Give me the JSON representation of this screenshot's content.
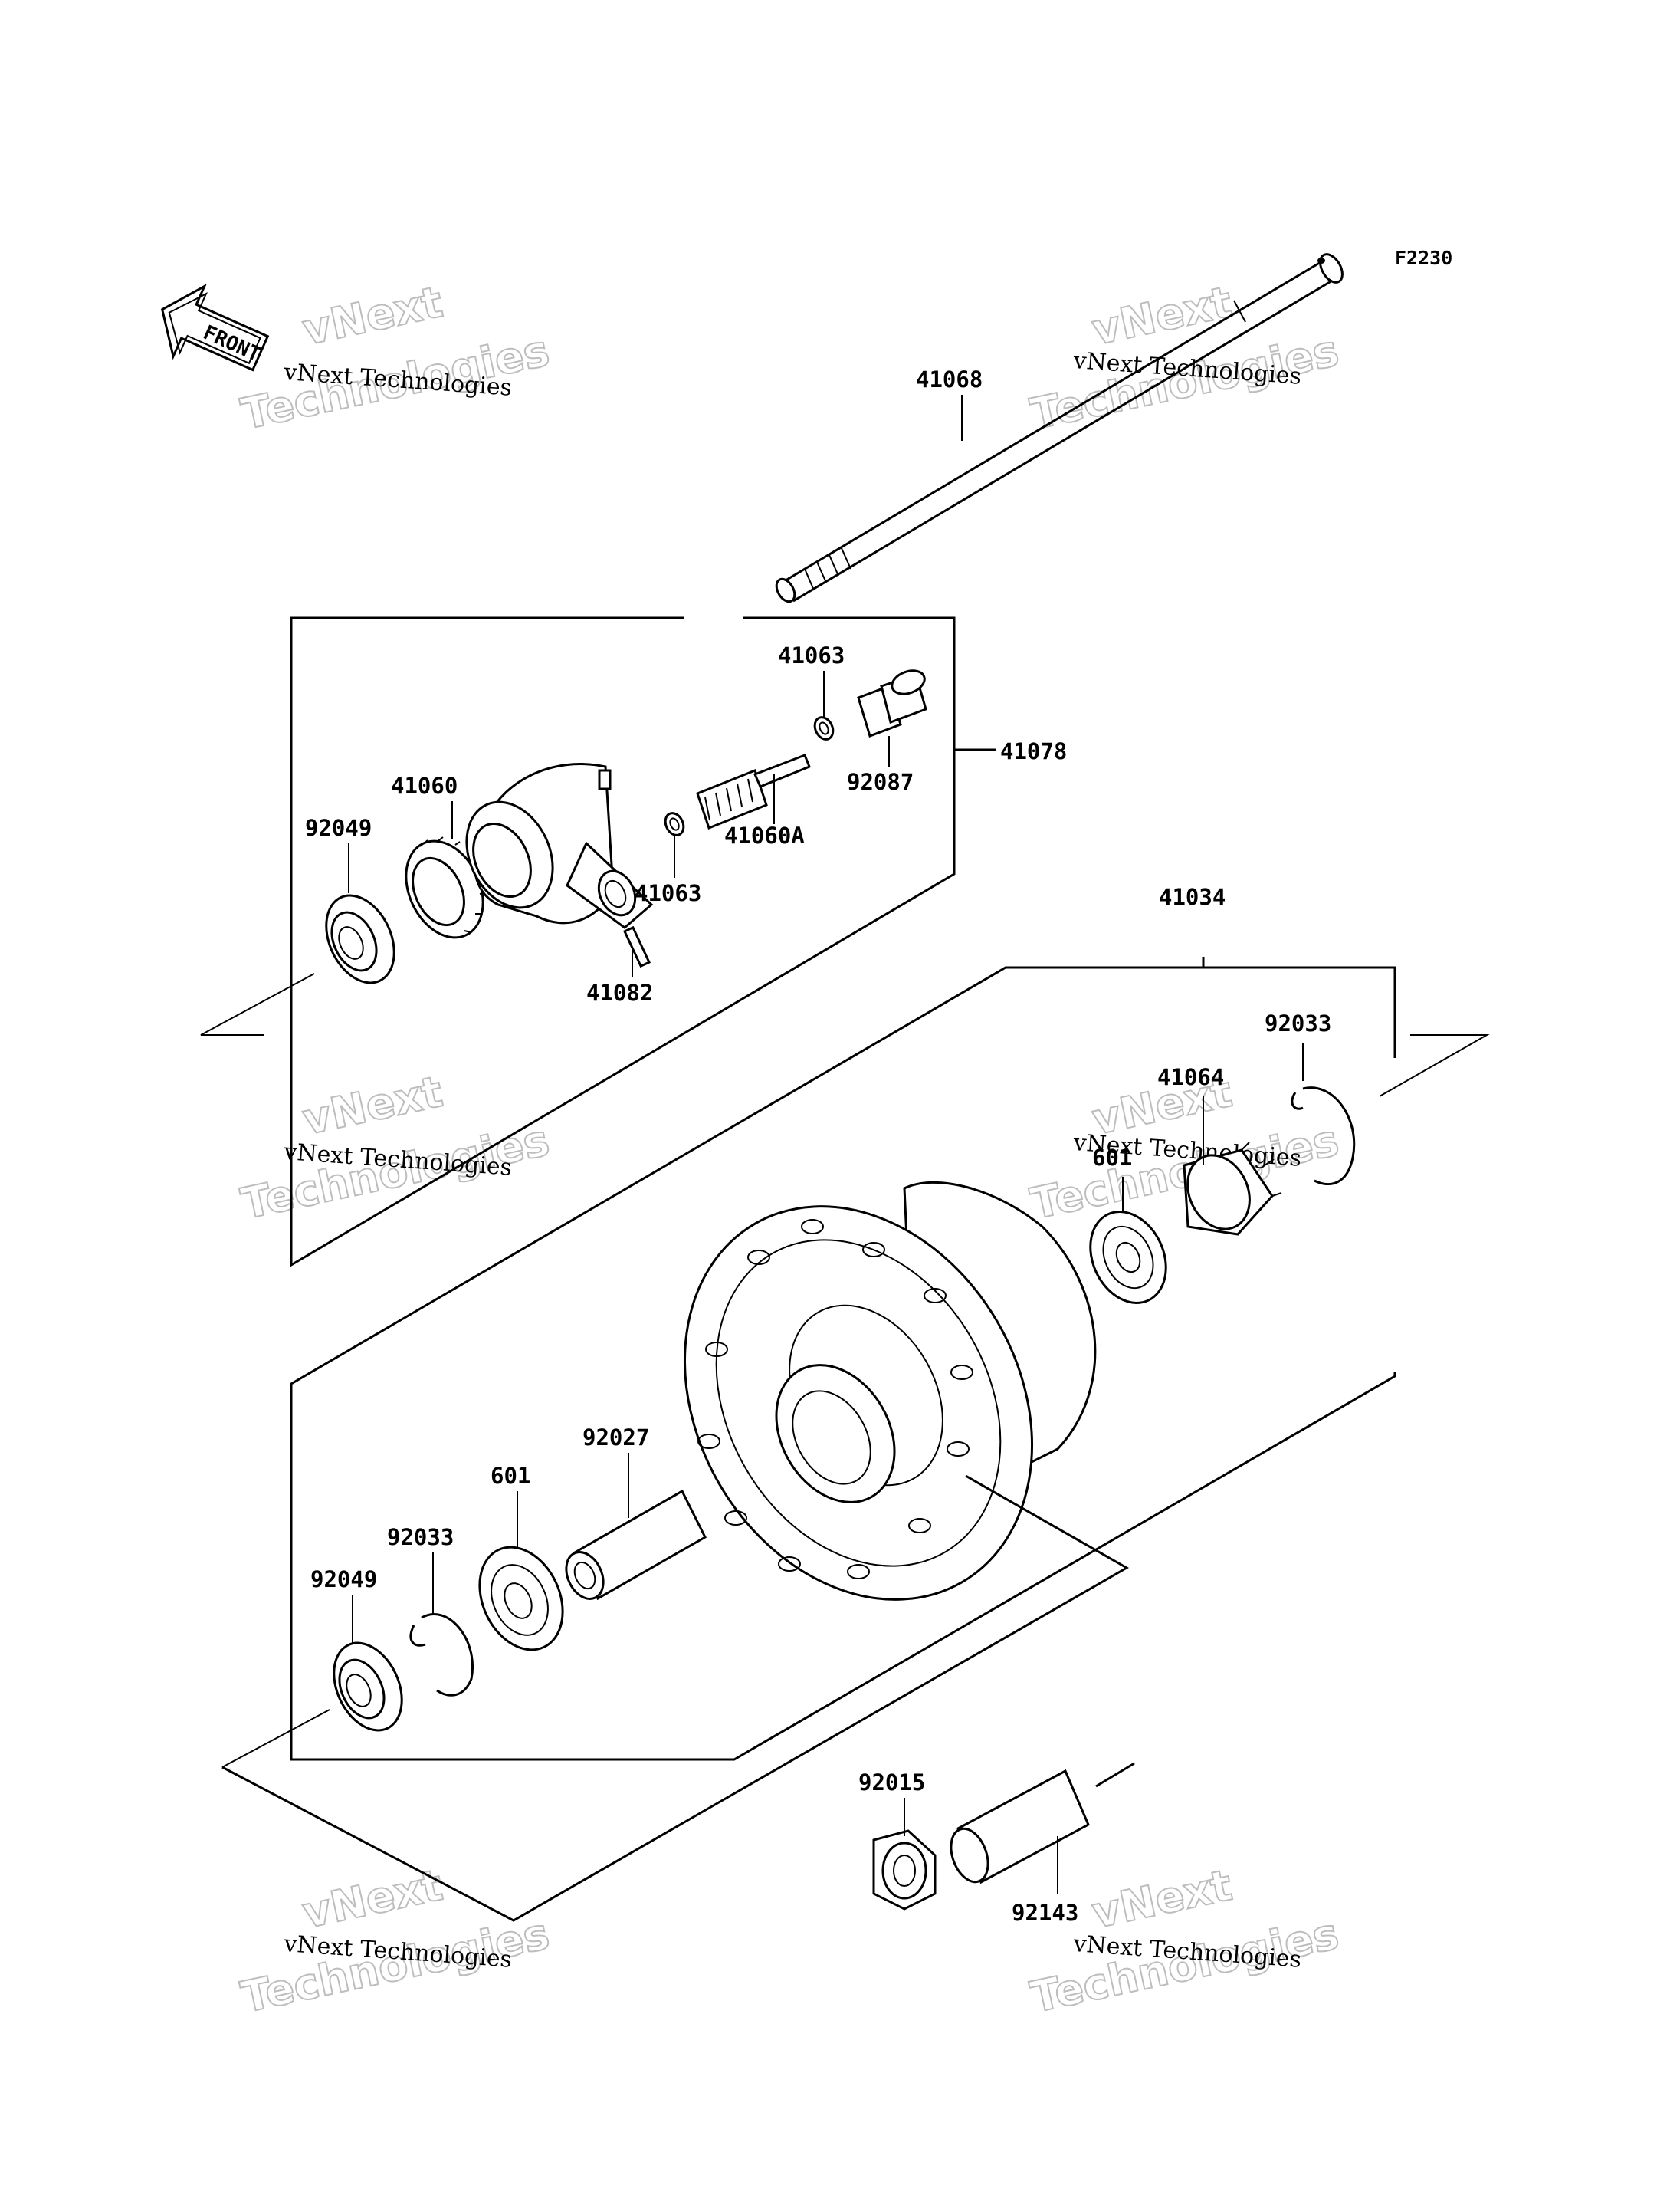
{
  "diagram": {
    "figure_code": "F2230",
    "front_label": "FRONT",
    "labels": {
      "p41068": "41068",
      "p41063_top": "41063",
      "p41078": "41078",
      "p92087": "92087",
      "p41060": "41060",
      "p41060A": "41060A",
      "p92049_top": "92049",
      "p41063_mid": "41063",
      "p41082": "41082",
      "p41034": "41034",
      "p92033_right": "92033",
      "p41064": "41064",
      "p601_right": "601",
      "p92027": "92027",
      "p601_left": "601",
      "p92033_left": "92033",
      "p92049_bottom": "92049",
      "p92015": "92015",
      "p92143": "92143"
    },
    "watermark": {
      "brand": "vNext Technologies",
      "ghost_line1": "vNext",
      "ghost_line2": "Technologies"
    }
  }
}
